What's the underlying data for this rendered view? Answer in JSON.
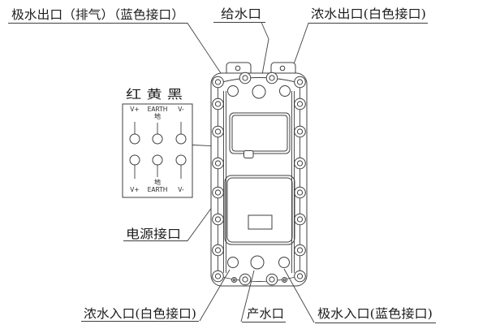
{
  "colors": {
    "line": "#3f3f3f",
    "text": "#1c1c1c",
    "background": "#ffffff"
  },
  "labels": {
    "polar_water_outlet": "极水出口（排气）（蓝色接口）",
    "feed_water_port": "给水口",
    "conc_water_outlet": "浓水出口(白色接口)",
    "wire_color_title": "红 黄 黑",
    "power_port": "电源接口",
    "conc_water_inlet": "浓水入口(白色接口)",
    "product_water_port": "产水口",
    "polar_water_inlet": "极水入口(蓝色接口)"
  },
  "terminal_panel": {
    "v_plus": "V+",
    "earth": "EARTH",
    "v_minus": "V-",
    "earth_cn": "地"
  }
}
